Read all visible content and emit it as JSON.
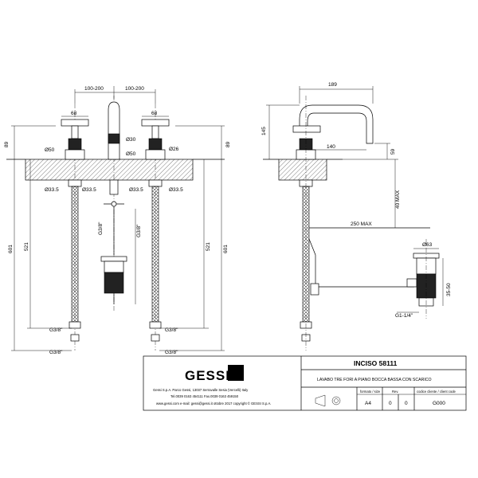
{
  "front_view": {
    "dims": {
      "spacing_left": "100-200",
      "spacing_right": "100-200",
      "handle_width_left": "68",
      "handle_width_right": "68",
      "height_left": "89",
      "height_right": "89",
      "dia_50_left": "Ø50",
      "dia_50_right": "Ø50",
      "dia_30": "Ø30",
      "dia_26": "Ø26",
      "dia_33_5_a": "Ø33.5",
      "dia_33_5_b": "Ø33.5",
      "dia_33_5_c": "Ø33.5",
      "dia_33_5_d": "Ø33.5",
      "len_601_left": "601",
      "len_601_right": "601",
      "len_521_left": "521",
      "len_521_right": "521",
      "g38_vertical_left": "G3/8\"",
      "g38_vertical_right": "G3/8\"",
      "g38_bottom_left_a": "G3/8\"",
      "g38_bottom_left_b": "G3/8\"",
      "g38_bottom_right_a": "G3/8\"",
      "g38_bottom_right_b": "G3/8\""
    }
  },
  "side_view": {
    "dims": {
      "width_189": "189",
      "height_145": "145",
      "reach_140": "140",
      "spout_59": "59",
      "max_40": "40 MAX",
      "max_250": "250 MAX",
      "dia_63": "Ø63",
      "height_35_50": "35-50",
      "thread_g114": "G1-1/4\""
    }
  },
  "title_block": {
    "logo_text": "GESSI",
    "company_line": "Gessi S.p.A. Parco Gessi, 13037 Serravalle Sesia (Vercelli) Italy",
    "contact_line": "Tel.0039  0163  454111  Fax.0039  0163  459150",
    "footer_line": "www.gessi.com   e-mail: gessi@gessi.it   ottobre 2017   copyright © GESSI S.p.A.",
    "product_title": "INCISO  58111",
    "product_desc": "LAVABO TRE FORI A PIANO BOCCA BASSA CON SCARICO",
    "format_label": "formato / size",
    "format_value": "A4",
    "rev_label": "Rev.",
    "rev_value_a": "0",
    "rev_value_b": "0",
    "client_code_label": "codice cliente / client code",
    "client_code_value": "G000"
  }
}
